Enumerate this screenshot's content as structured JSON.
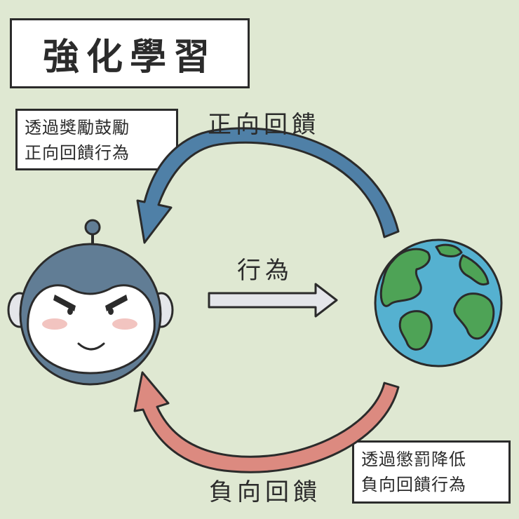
{
  "title": "強化學習",
  "positive_note": {
    "line1": "透過獎勵鼓勵",
    "line2": "正向回饋行為"
  },
  "negative_note": {
    "line1": "透過懲罰降低",
    "line2": "負向回饋行為"
  },
  "labels": {
    "positive_feedback": "正向回饋",
    "action": "行為",
    "negative_feedback": "負向回饋"
  },
  "colors": {
    "background": "#dfe8d2",
    "positive_arrow": "#4f80a7",
    "negative_arrow": "#dc8a80",
    "action_arrow": "#e4e6ea",
    "robot_helmet": "#617d95",
    "ocean": "#55b1d0",
    "land": "#4ea356"
  }
}
